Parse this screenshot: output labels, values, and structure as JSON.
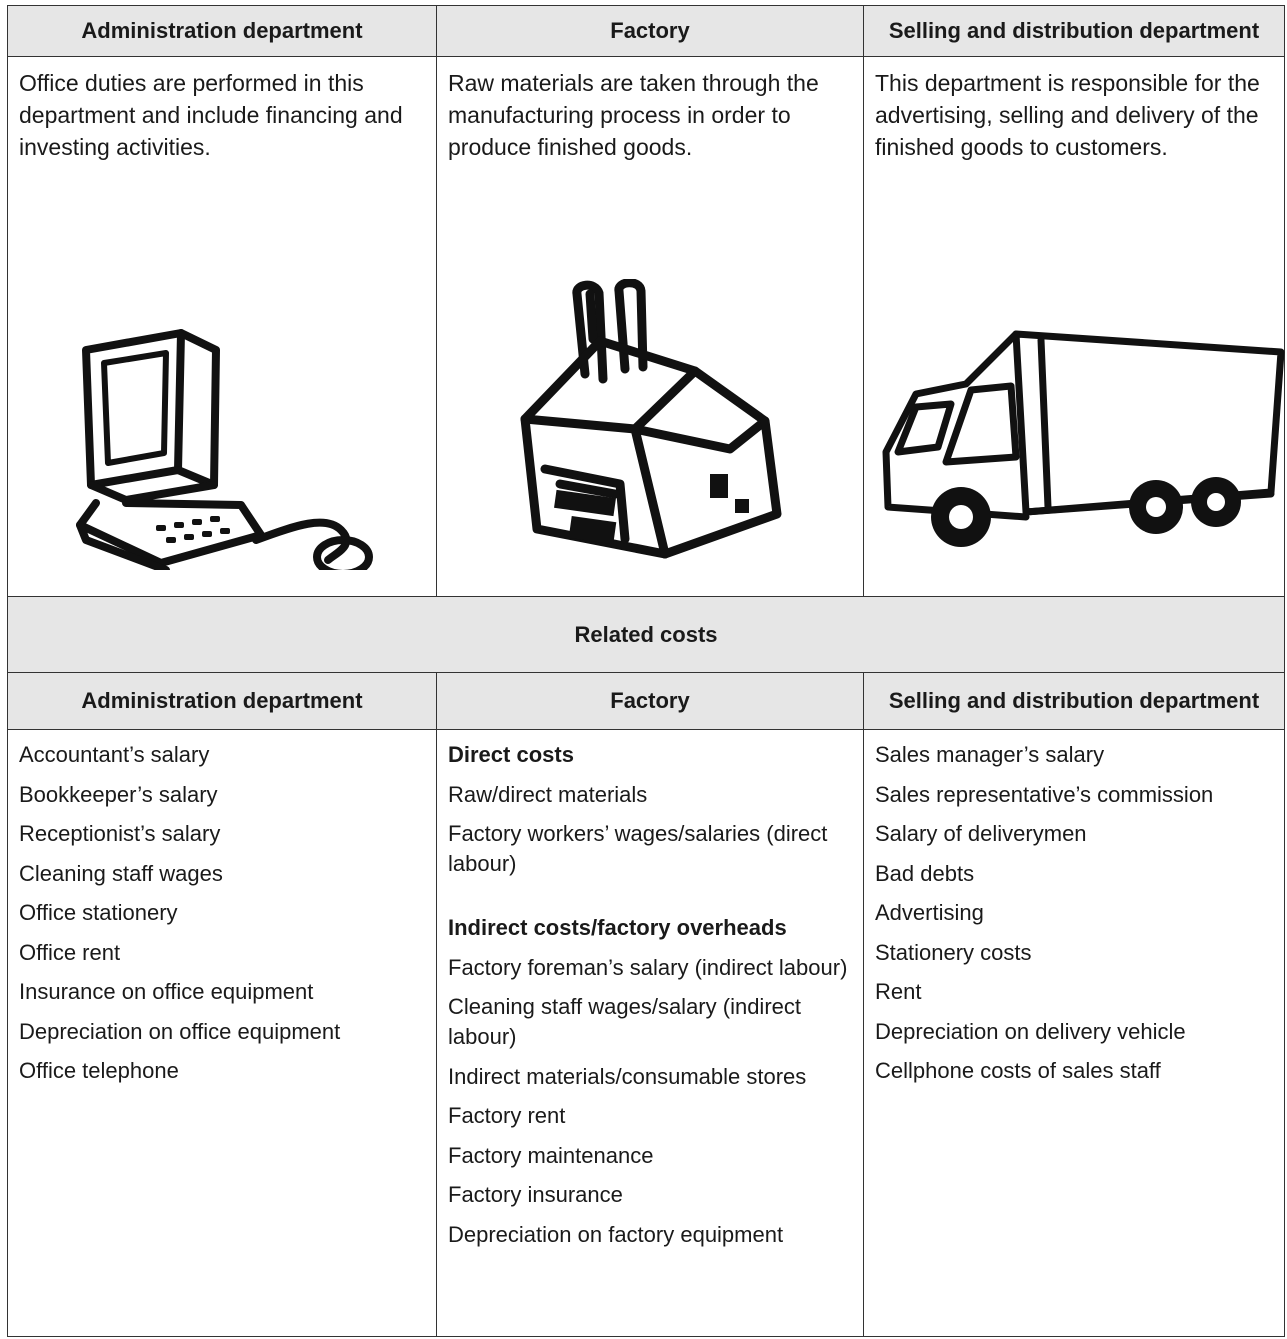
{
  "headers": {
    "admin": "Administration department",
    "factory": "Factory",
    "selling": "Selling and distribution department"
  },
  "descriptions": {
    "admin": "Office duties are performed in this department and include financing and investing activities.",
    "factory": "Raw materials are taken through the manufacturing process in order to produce finished goods.",
    "selling": "This department is responsible for the advertising, selling and delivery of the finished goods to customers."
  },
  "related_costs_title": "Related costs",
  "costs": {
    "admin": [
      "Accountant’s salary",
      "Bookkeeper’s salary",
      "Receptionist’s salary",
      "Cleaning staff wages",
      "Office stationery",
      "Office rent",
      "Insurance on office equipment",
      "Depreciation on office equipment",
      "Office telephone"
    ],
    "factory": {
      "direct_title": "Direct costs",
      "direct": [
        "Raw/direct materials",
        "Factory workers’ wages/salaries (direct labour)"
      ],
      "indirect_title": "Indirect costs/factory overheads",
      "indirect": [
        "Factory foreman’s salary (indirect labour)",
        "Cleaning staff wages/salary (indirect labour)",
        "Indirect materials/consumable stores",
        "Factory rent",
        "Factory maintenance",
        "Factory insurance",
        "Depreciation on factory equipment"
      ]
    },
    "selling": [
      "Sales manager’s salary",
      "Sales representative’s commission",
      "Salary of deliverymen",
      "Bad debts",
      "Advertising",
      "Stationery costs",
      "Rent",
      "Depreciation on delivery vehicle",
      "Cellphone costs of sales staff"
    ]
  },
  "illustrations": {
    "admin": "computer-icon",
    "factory": "factory-icon",
    "selling": "truck-icon"
  }
}
